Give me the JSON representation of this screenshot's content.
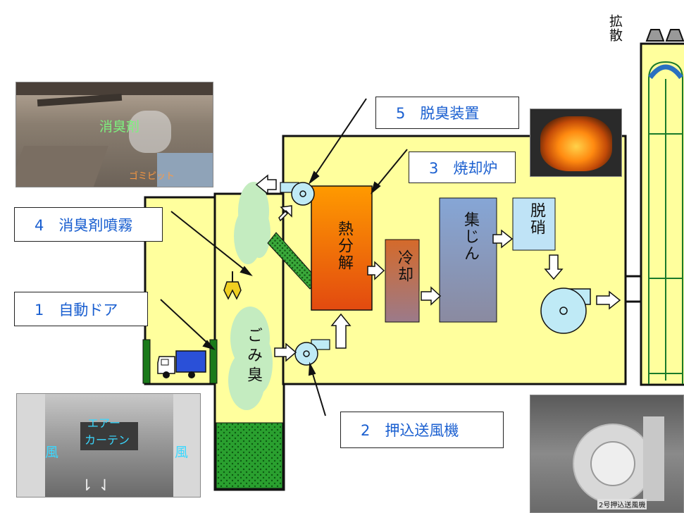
{
  "labels": {
    "diffuse": "拡散",
    "netsubunkai": "熱分解",
    "reikyaku": "冷却",
    "shujin": "集じん",
    "dasshou": "脱硝",
    "gomishu": "ごみ臭"
  },
  "callouts": {
    "c1": "1　自動ドア",
    "c2": "2　押込送風機",
    "c3": "3　焼却炉",
    "c4": "4　消臭剤噴霧",
    "c5": "5　脱臭装置"
  },
  "photos": {
    "top_left": {
      "spray": "消臭剤",
      "pit": "ゴミピット"
    },
    "bottom_left": {
      "air": "エアー",
      "curtain": "カーテン",
      "wind_left": "風",
      "wind_right": "風"
    },
    "bottom_right": {
      "plate": "2号押込送風機"
    }
  },
  "colors": {
    "building": "#ffff9d",
    "furnace_top": "#ff8a00",
    "furnace_bottom": "#e14e0f",
    "cooler": "#ee8238",
    "collector": "#7a9bd0",
    "denox": "#bfe3f6",
    "fan": "#bfeaf6",
    "smell": "#c4ecc0",
    "pit": "#1f9a2a",
    "door": "#1a7a1a",
    "truck": "#2a50d8",
    "callout_text": "#1a5fd0"
  }
}
